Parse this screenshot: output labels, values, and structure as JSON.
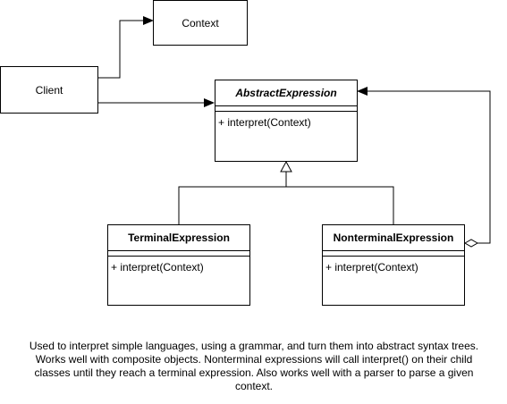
{
  "nodes": {
    "context": {
      "label": "Context"
    },
    "client": {
      "label": "Client"
    },
    "abstract_expression": {
      "name": "AbstractExpression",
      "operations": [
        "+ interpret(Context)"
      ]
    },
    "terminal_expression": {
      "name": "TerminalExpression",
      "operations": [
        "+ interpret(Context)"
      ]
    },
    "nonterminal_expression": {
      "name": "NonterminalExpression",
      "operations": [
        "+ interpret(Context)"
      ]
    }
  },
  "caption": "Used to interpret simple languages, using a grammar, and turn them into abstract syntax trees. Works well with composite objects. Nonterminal expressions will call interpret() on their child classes until they reach a terminal expression. Also works well with a parser to parse a given context."
}
